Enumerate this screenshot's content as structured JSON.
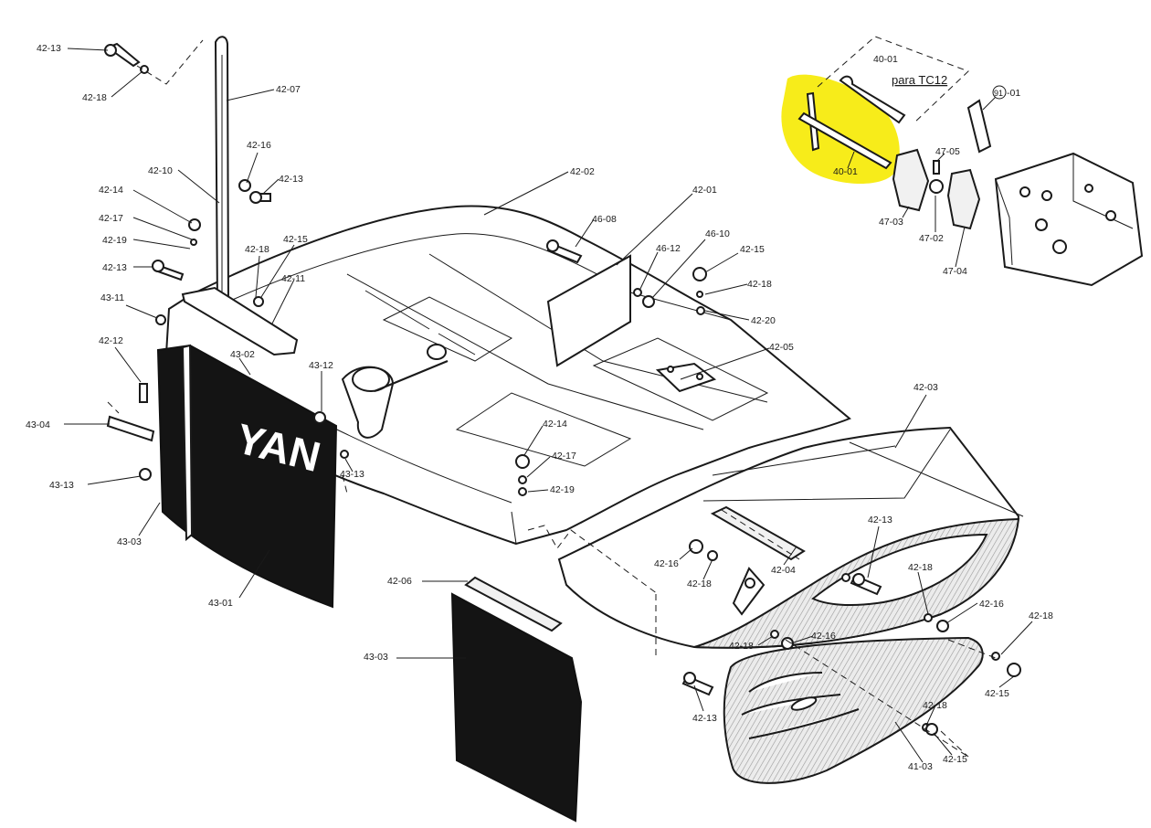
{
  "diagram": {
    "callouts": [
      {
        "id": "c1",
        "text": "42-13"
      },
      {
        "id": "c2",
        "text": "42-18"
      },
      {
        "id": "c3",
        "text": "42-07"
      },
      {
        "id": "c4",
        "text": "42-16"
      },
      {
        "id": "c5",
        "text": "42-10"
      },
      {
        "id": "c6",
        "text": "42-13"
      },
      {
        "id": "c7",
        "text": "42-14"
      },
      {
        "id": "c8",
        "text": "42-17"
      },
      {
        "id": "c9",
        "text": "42-19"
      },
      {
        "id": "c10",
        "text": "42-13"
      },
      {
        "id": "c11",
        "text": "42-18"
      },
      {
        "id": "c12",
        "text": "42-15"
      },
      {
        "id": "c13",
        "text": "42-11"
      },
      {
        "id": "c14",
        "text": "43-11"
      },
      {
        "id": "c15",
        "text": "42-12"
      },
      {
        "id": "c16",
        "text": "43-02"
      },
      {
        "id": "c17",
        "text": "43-12"
      },
      {
        "id": "c18",
        "text": "43-04"
      },
      {
        "id": "c19",
        "text": "43-13"
      },
      {
        "id": "c20",
        "text": "43-13"
      },
      {
        "id": "c21",
        "text": "43-03"
      },
      {
        "id": "c22",
        "text": "43-01"
      },
      {
        "id": "c23",
        "text": "42-02"
      },
      {
        "id": "c24",
        "text": "42-01"
      },
      {
        "id": "c25",
        "text": "46-08"
      },
      {
        "id": "c26",
        "text": "46-12"
      },
      {
        "id": "c27",
        "text": "46-10"
      },
      {
        "id": "c28",
        "text": "42-15"
      },
      {
        "id": "c29",
        "text": "42-18"
      },
      {
        "id": "c30",
        "text": "42-20"
      },
      {
        "id": "c31",
        "text": "42-05"
      },
      {
        "id": "c32",
        "text": "42-14"
      },
      {
        "id": "c33",
        "text": "42-17"
      },
      {
        "id": "c34",
        "text": "42-19"
      },
      {
        "id": "c35",
        "text": "42-03"
      },
      {
        "id": "c36",
        "text": "42-13"
      },
      {
        "id": "c37",
        "text": "42-18"
      },
      {
        "id": "c38",
        "text": "42-04"
      },
      {
        "id": "c39",
        "text": "42-16"
      },
      {
        "id": "c40",
        "text": "42-18"
      },
      {
        "id": "c41",
        "text": "42-06"
      },
      {
        "id": "c42",
        "text": "43-03"
      },
      {
        "id": "c43",
        "text": "42-16"
      },
      {
        "id": "c44",
        "text": "42-18"
      },
      {
        "id": "c45",
        "text": "42-16"
      },
      {
        "id": "c46",
        "text": "42-18"
      },
      {
        "id": "c47",
        "text": "42-15"
      },
      {
        "id": "c48",
        "text": "42-13"
      },
      {
        "id": "c49",
        "text": "42-18"
      },
      {
        "id": "c50",
        "text": "42-15"
      },
      {
        "id": "c51",
        "text": "41-03"
      },
      {
        "id": "c52",
        "text": "40-01"
      },
      {
        "id": "c53",
        "text": "40-01"
      },
      {
        "id": "c54",
        "text": "47-05"
      },
      {
        "id": "c55",
        "text": "47-03"
      },
      {
        "id": "c56",
        "text": "47-02"
      },
      {
        "id": "c57",
        "text": "47-04"
      },
      {
        "id": "c58",
        "text": "-01"
      },
      {
        "id": "c59",
        "text": "91"
      }
    ],
    "note": "para TC12",
    "flap_lettering": "YAN",
    "highlight_color": "#f7ec1a"
  }
}
